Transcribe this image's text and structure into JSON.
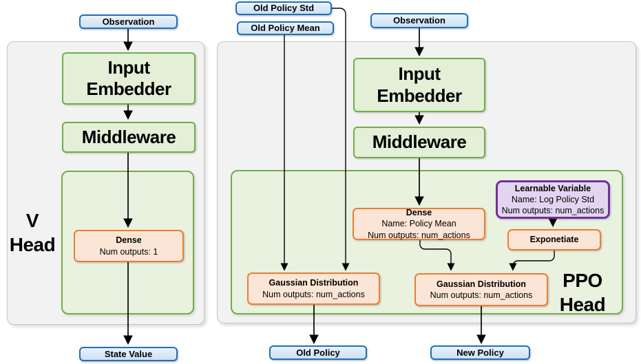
{
  "v_head": {
    "panel_label": [
      "V",
      "Head"
    ],
    "observation": "Observation",
    "input_embedder": "Input Embedder",
    "middleware": "Middleware",
    "dense_title": "Dense",
    "dense_outputs": "Num outputs: 1",
    "state_value": "State Value"
  },
  "ppo_head": {
    "panel_label": [
      "PPO",
      "Head"
    ],
    "old_policy_std": "Old Policy Std",
    "old_policy_mean": "Old Policy Mean",
    "observation": "Observation",
    "input_embedder": "Input Embedder",
    "middleware": "Middleware",
    "dense_title": "Dense",
    "dense_name": "Name: Policy Mean",
    "dense_outputs": "Num outputs: num_actions",
    "learnable_title": "Learnable Variable",
    "learnable_name": "Name: Log Policy Std",
    "learnable_outputs": "Num outputs: num_actions",
    "exponetiate": "Exponetiate",
    "gaussian_old_title": "Gaussian Distribution",
    "gaussian_old_outputs": "Num outputs: num_actions",
    "gaussian_new_title": "Gaussian Distribution",
    "gaussian_new_outputs": "Num outputs: num_actions",
    "old_policy": "Old Policy",
    "new_policy": "New Policy"
  },
  "colors": {
    "green_border": "#70ad47",
    "green_fill": "#e4efd8",
    "container_fill": "#e9f1df",
    "orange_border": "#ed7d31",
    "orange_fill": "#fbe5d6",
    "purple_border": "#7030a0",
    "purple_fill": "#e3d5f0",
    "blue_border": "#1e6fbe",
    "blue_fill": "#d9e8f7",
    "panel_fill": "#f2f2f2",
    "panel_border": "#c6c6c6",
    "wire": "#000000"
  }
}
